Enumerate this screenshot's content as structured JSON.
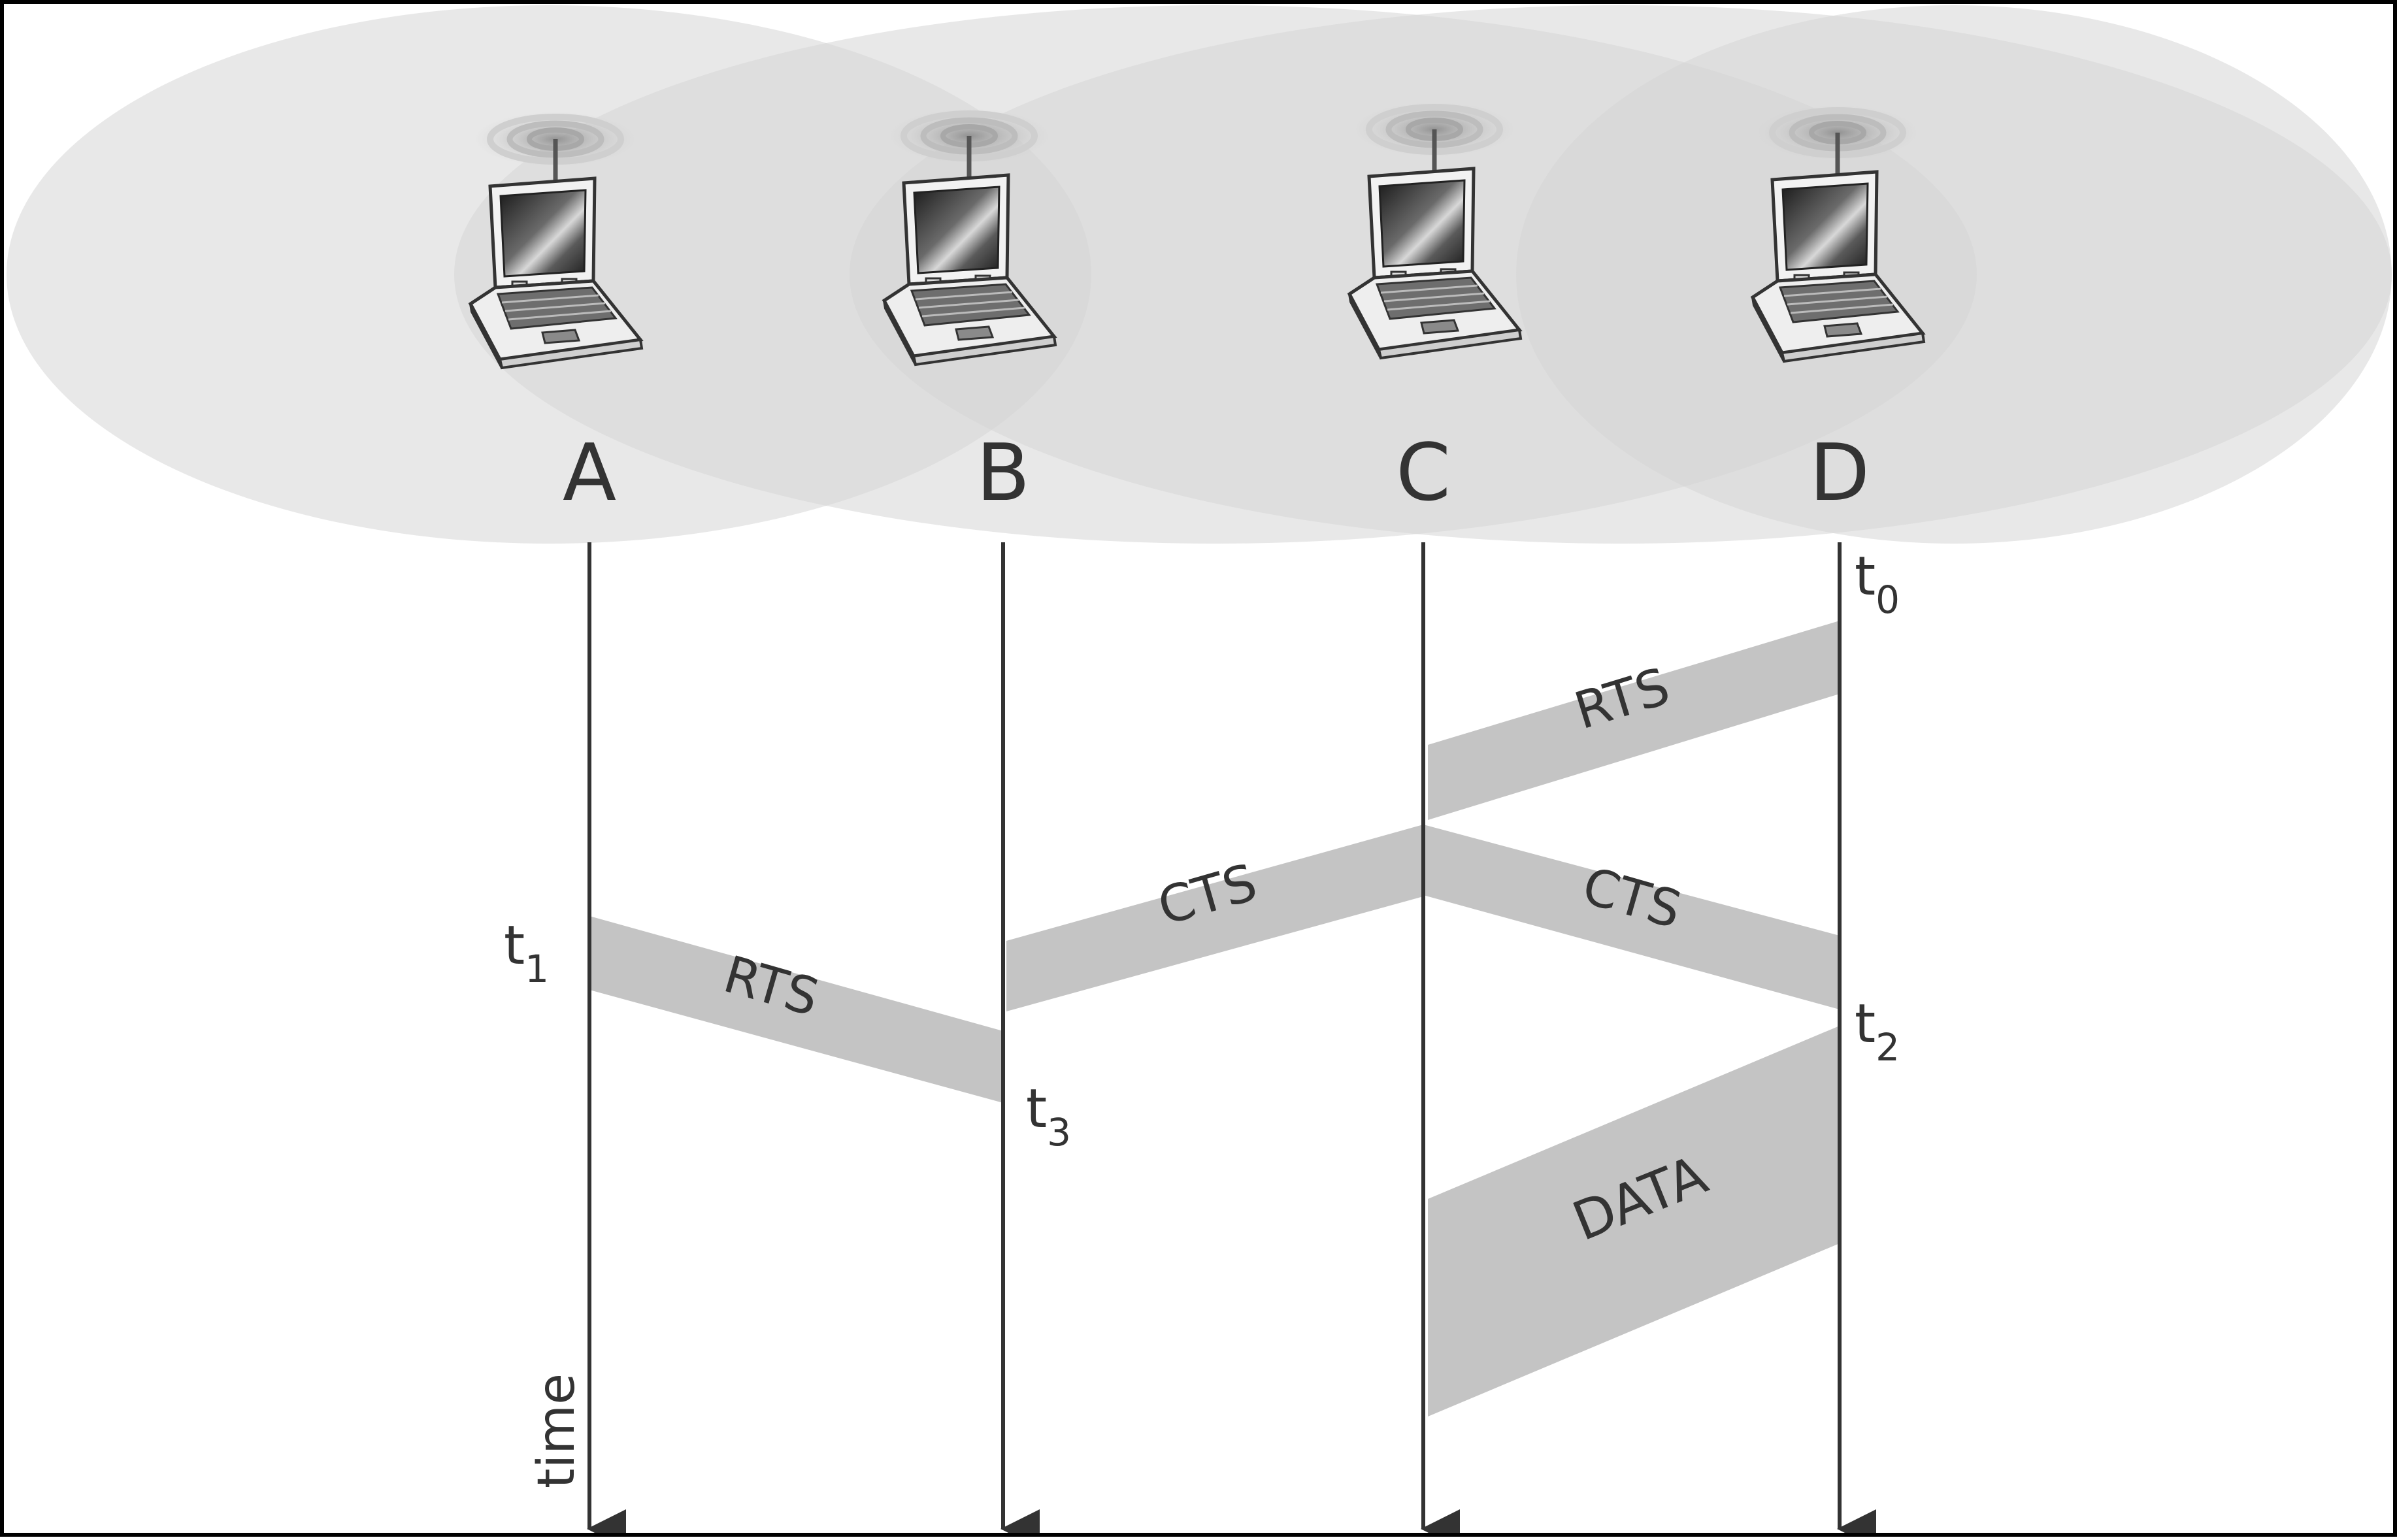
{
  "nodes": [
    {
      "id": "A",
      "label": "A"
    },
    {
      "id": "B",
      "label": "B"
    },
    {
      "id": "C",
      "label": "C"
    },
    {
      "id": "D",
      "label": "D"
    }
  ],
  "time_label": "time",
  "time_marks": [
    {
      "id": "t0",
      "base": "t",
      "sub": "0",
      "node": "D"
    },
    {
      "id": "t1",
      "base": "t",
      "sub": "1",
      "node": "A"
    },
    {
      "id": "t2",
      "base": "t",
      "sub": "2",
      "node": "D"
    },
    {
      "id": "t3",
      "base": "t",
      "sub": "3",
      "node": "B"
    }
  ],
  "frames": [
    {
      "id": "rts-d-c",
      "label": "RTS",
      "from": "D",
      "to": "C"
    },
    {
      "id": "cts-c-d",
      "label": "CTS",
      "from": "C",
      "to": "D"
    },
    {
      "id": "cts-c-b",
      "label": "CTS",
      "from": "C",
      "to": "B"
    },
    {
      "id": "rts-a-b",
      "label": "RTS",
      "from": "A",
      "to": "B"
    },
    {
      "id": "data-d-c",
      "label": "DATA",
      "from": "D",
      "to": "C"
    }
  ],
  "colors": {
    "frame": "#c4c4c4",
    "coverage": "#dcdcdc",
    "line": "#333333",
    "text": "#333333",
    "border": "#000000"
  },
  "icons": {
    "node": "wireless-laptop-icon"
  }
}
